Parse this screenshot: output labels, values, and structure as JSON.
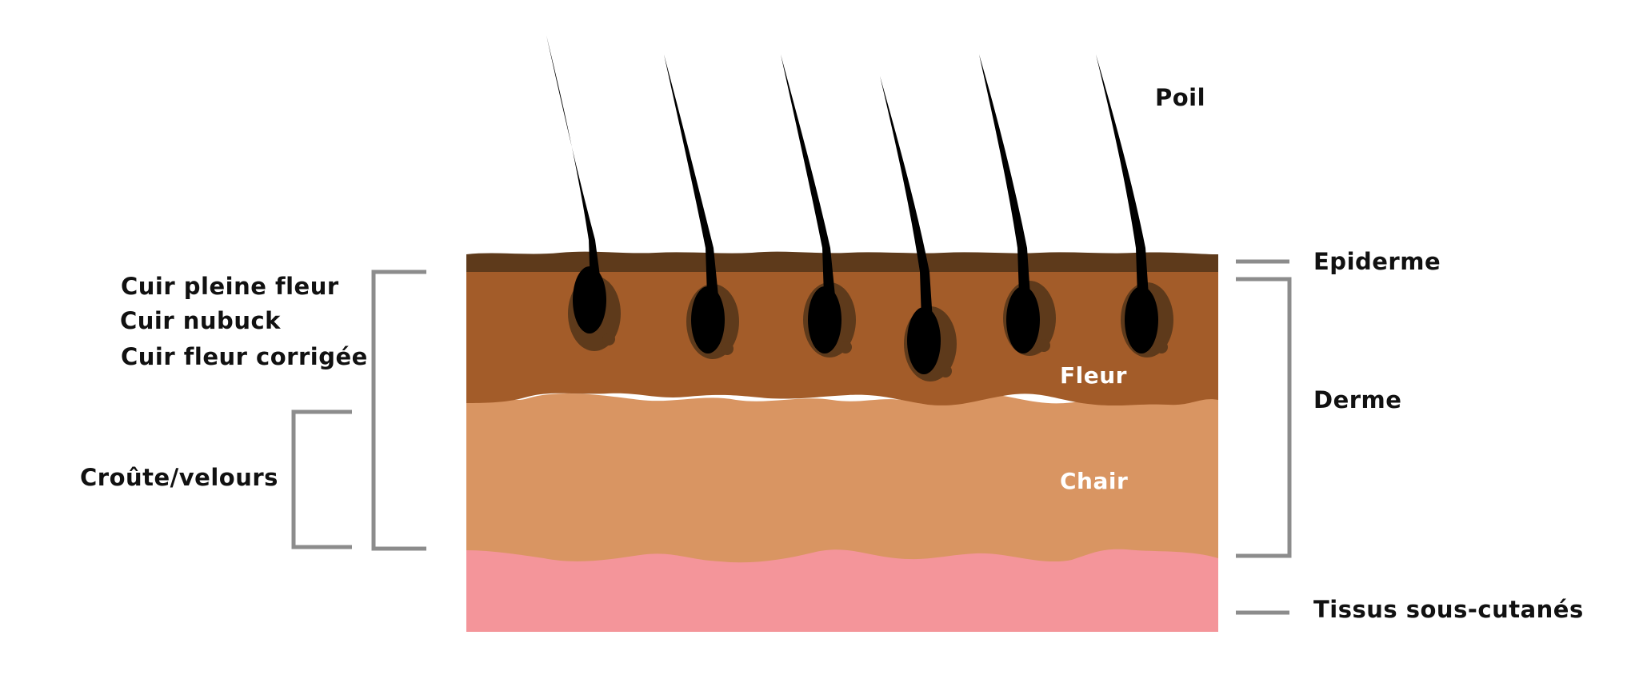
{
  "labels": {
    "poil": "Poil",
    "epiderme": "Epiderme",
    "derme": "Derme",
    "tissus": "Tissus sous-cutanés",
    "fleur": "Fleur",
    "chair": "Chair",
    "cuir_pleine_fleur": "Cuir pleine fleur",
    "cuir_nubuck": "Cuir nubuck",
    "cuir_fleur_corrigee": "Cuir fleur corrigée",
    "croute_velours": "Croûte/velours"
  },
  "colors": {
    "epidermis": "#5e3a1b",
    "fleur": "#a35c29",
    "chair": "#d99562",
    "subcutaneous": "#f4959a",
    "hair": "#000000",
    "follicle_shadow": "#5e3a1b",
    "bracket": "#8c8c8c"
  }
}
